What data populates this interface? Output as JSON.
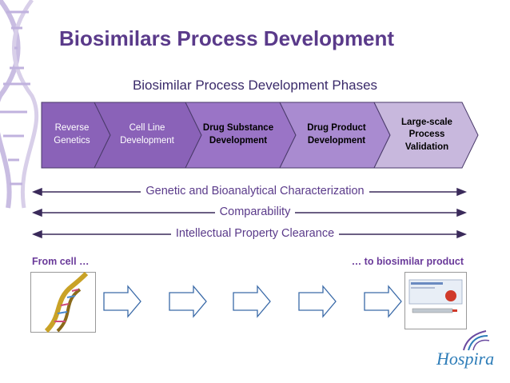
{
  "title": "Biosimilars Process Development",
  "subtitle": "Biosimilar Process Development Phases",
  "phases": [
    {
      "label_lines": [
        "Reverse",
        "Genetics"
      ],
      "fill": "#8a62b8",
      "text_color": "#ffffff",
      "bold": false
    },
    {
      "label_lines": [
        "Cell Line",
        "Development"
      ],
      "fill": "#8a62b8",
      "text_color": "#ffffff",
      "bold": false
    },
    {
      "label_lines": [
        "Drug Substance",
        "Development"
      ],
      "fill": "#9a74c6",
      "text_color": "#000000",
      "bold": true
    },
    {
      "label_lines": [
        "Drug Product",
        "Development"
      ],
      "fill": "#a98bd0",
      "text_color": "#000000",
      "bold": true
    },
    {
      "label_lines": [
        "Large-scale",
        "Process",
        "Validation"
      ],
      "fill": "#c8b8dd",
      "text_color": "#000000",
      "bold": true
    }
  ],
  "bars": [
    "Genetic and Bioanalytical Characterization",
    "Comparability",
    "Intellectual Property Clearance"
  ],
  "flow": {
    "from_label": "From cell …",
    "to_label": "… to biosimilar product",
    "arrow_count": 5
  },
  "brand": "Hospira",
  "colors": {
    "title": "#5a3a8a",
    "phase_outline": "#4a3a6a",
    "arrow_line": "#3a2a5a",
    "dna_decor": "#b8a8d8",
    "logo_purple": "#6a4aa0",
    "logo_blue": "#2e7db8"
  },
  "icons": [
    "dna-helix-image",
    "drug-product-box-image",
    "hospira-logo-mark"
  ]
}
